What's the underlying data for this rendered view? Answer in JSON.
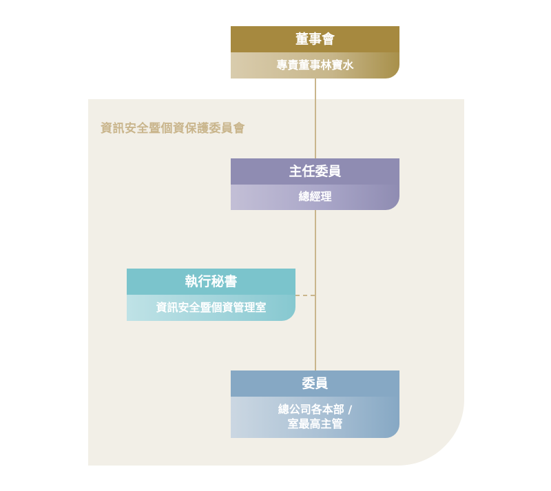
{
  "committee": {
    "title": "資訊安全暨個資保護委員會"
  },
  "board": {
    "title": "董事會",
    "subtitle": "專責董事林寶水"
  },
  "chair": {
    "title": "主任委員",
    "subtitle": "總經理"
  },
  "secretary": {
    "title": "執行秘書",
    "subtitle": "資訊安全暨個資管理室"
  },
  "members": {
    "title": "委員",
    "subtitle_line1": "總公司各本部 /",
    "subtitle_line2": "室最高主管"
  },
  "colors": {
    "gold": "#a6893f",
    "line": "#c9b58c",
    "panel": "#f2efe7",
    "purple": "#8f8cb2",
    "teal": "#7bc4cc",
    "blue": "#86a8c4"
  }
}
